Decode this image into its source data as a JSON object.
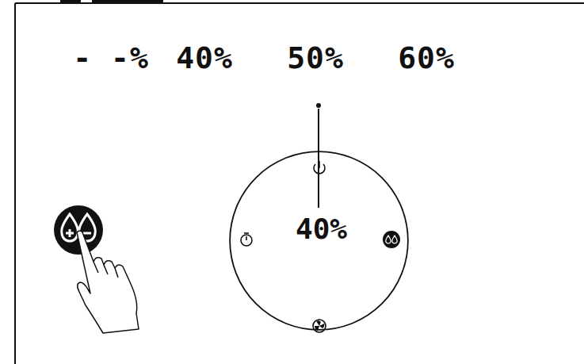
{
  "diagram": {
    "nodes": [
      {
        "text": [
          "40%"
        ]
      }
    ],
    "labels": [
      "- -%",
      "40%",
      "50%",
      "60%"
    ]
  }
}
